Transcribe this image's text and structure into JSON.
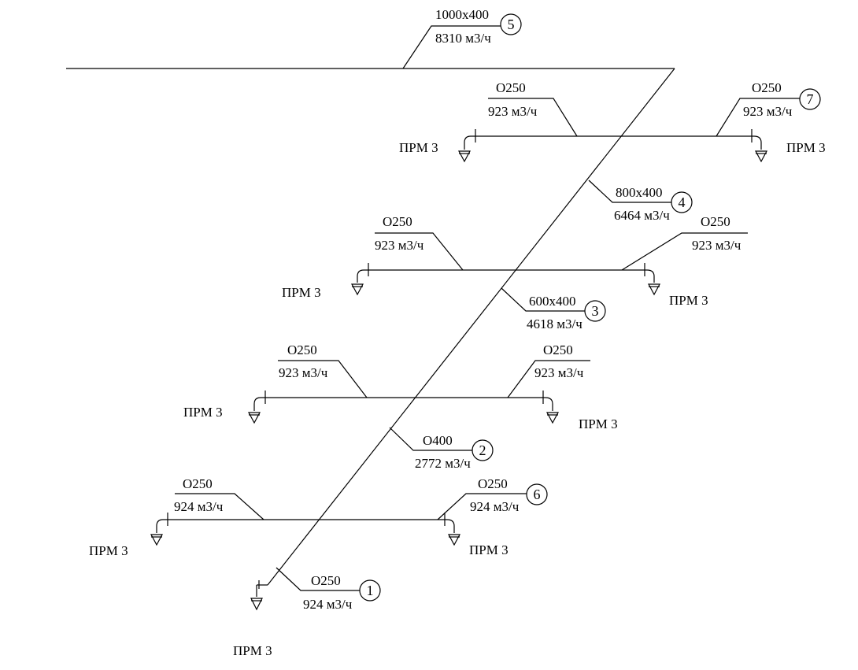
{
  "duct_sections": [
    {
      "id": "5",
      "size": "1000x400",
      "flow": "8310 м3/ч"
    },
    {
      "id": "4",
      "size": "800x400",
      "flow": "6464 м3/ч"
    },
    {
      "id": "3",
      "size": "600x400",
      "flow": "4618 м3/ч"
    },
    {
      "id": "2",
      "size": "O400",
      "flow": "2772 м3/ч"
    },
    {
      "id": "1",
      "size": "O250",
      "flow": "924 м3/ч"
    },
    {
      "id": "6",
      "size": "O250",
      "flow": "924 м3/ч"
    },
    {
      "id": "7",
      "size": "O250",
      "flow": "923 м3/ч"
    }
  ],
  "branch_labels": [
    {
      "size": "O250",
      "flow": "923 м3/ч"
    },
    {
      "size": "O250",
      "flow": "923 м3/ч"
    },
    {
      "size": "O250",
      "flow": "923 м3/ч"
    },
    {
      "size": "O250",
      "flow": "923 м3/ч"
    },
    {
      "size": "O250",
      "flow": "923 м3/ч"
    },
    {
      "size": "O250",
      "flow": "924 м3/ч"
    }
  ],
  "terminals": [
    "ПРМ 3",
    "ПРМ 3",
    "ПРМ 3",
    "ПРМ 3",
    "ПРМ 3",
    "ПРМ 3",
    "ПРМ 3",
    "ПРМ 3",
    "ПРМ 3"
  ]
}
